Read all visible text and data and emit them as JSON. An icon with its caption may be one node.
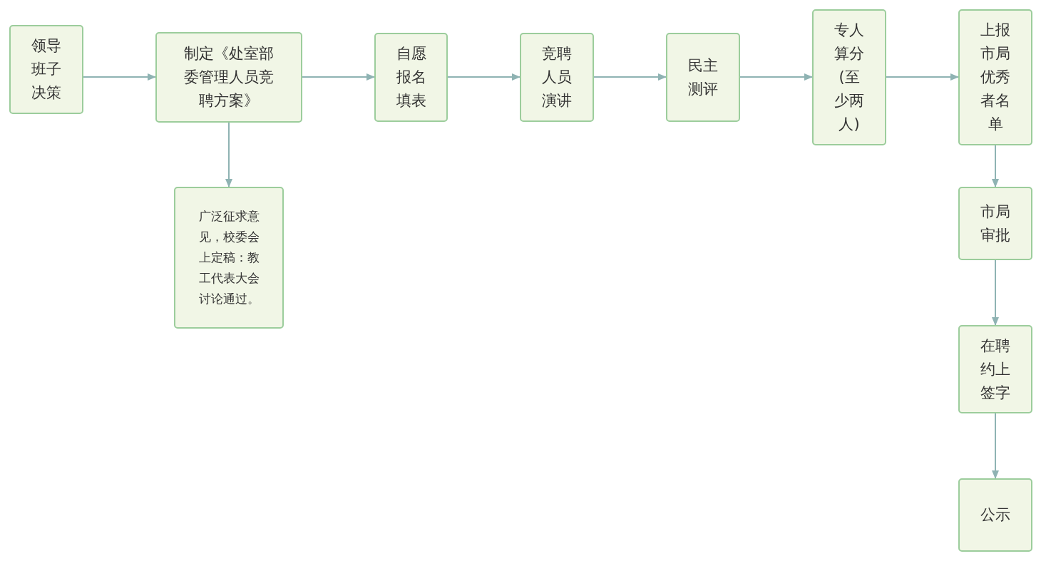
{
  "diagram": {
    "nodes": [
      {
        "text": [
          "领导班子决策"
        ]
      },
      {
        "text": [
          "制定《处室部委管理人员竞聘方案》"
        ]
      },
      {
        "text": [
          "广泛征求意见，校委会上定稿：教工代表大会讨论通过。"
        ]
      },
      {
        "text": [
          "自愿报名填表"
        ]
      },
      {
        "text": [
          "竞聘人员演讲"
        ]
      },
      {
        "text": [
          "民主测评"
        ]
      },
      {
        "text": [
          "专人算分(至少两人)"
        ]
      },
      {
        "text": [
          "上报市局优秀者名单"
        ]
      },
      {
        "text": [
          "市局审批"
        ]
      },
      {
        "text": [
          "在聘约上签字"
        ]
      },
      {
        "text": [
          "公示"
        ]
      }
    ],
    "edges": [
      {
        "from": 0,
        "to": 1,
        "arrow": "to"
      },
      {
        "from": 1,
        "to": 3,
        "arrow": "to"
      },
      {
        "from": 1,
        "to": 2,
        "arrow": "to"
      },
      {
        "from": 3,
        "to": 4,
        "arrow": "to"
      },
      {
        "from": 4,
        "to": 5,
        "arrow": "to"
      },
      {
        "from": 5,
        "to": 6,
        "arrow": "to"
      },
      {
        "from": 6,
        "to": 7,
        "arrow": "to"
      },
      {
        "from": 7,
        "to": 8,
        "arrow": "to"
      },
      {
        "from": 8,
        "to": 9,
        "arrow": "to"
      },
      {
        "from": 9,
        "to": 10,
        "arrow": "to"
      }
    ]
  }
}
